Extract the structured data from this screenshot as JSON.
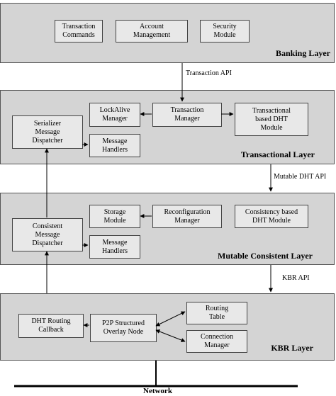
{
  "banking_layer": {
    "title": "Banking Layer",
    "transaction_commands": "Transaction\nCommands",
    "account_management": "Account\nManagement",
    "security_module": "Security\nModule"
  },
  "transaction_api": "Transaction API",
  "transactional_layer": {
    "title": "Transactional Layer",
    "serializer_dispatcher": "Serializer\nMessage\nDispatcher",
    "lockalive_manager": "LockAlive\nManager",
    "transaction_manager": "Transaction\nManager",
    "transactional_dht": "Transactional\nbased DHT\nModule",
    "message_handlers": "Message\nHandlers"
  },
  "mutable_dht_api": "Mutable DHT API",
  "mutable_layer": {
    "title": "Mutable Consistent Layer",
    "consistent_dispatcher": "Consistent\nMessage\nDispatcher",
    "storage_module": "Storage\nModule",
    "reconfiguration_manager": "Reconfiguration\nManager",
    "consistency_dht": "Consistency based\nDHT Module",
    "message_handlers": "Message\nHandlers"
  },
  "kbr_api": "KBR API",
  "kbr_layer": {
    "title": "KBR Layer",
    "dht_routing_callback": "DHT Routing\nCallback",
    "p2p_overlay": "P2P Structured\nOverlay Node",
    "routing_table": "Routing\nTable",
    "connection_manager": "Connection\nManager"
  },
  "network": "Network"
}
